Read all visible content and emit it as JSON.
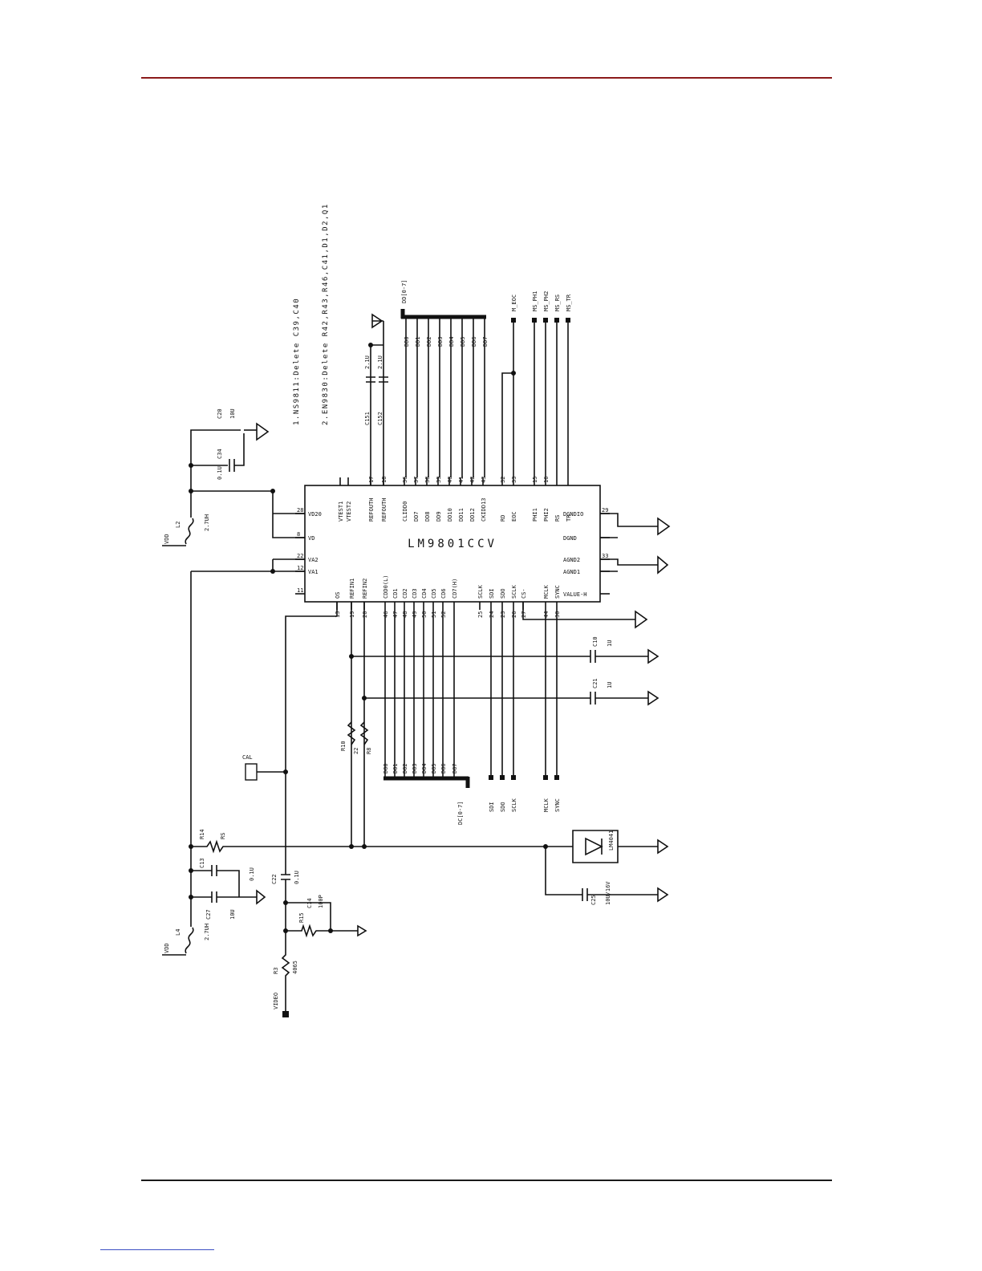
{
  "colors": {
    "top_rule": "#8b1a1a",
    "bottom_rule": "#1a1a1a",
    "footer_link": "#3b4fc4"
  },
  "notes": [
    "1.NS9811:Delete C39,C40",
    "2.EN9830:Delete R42,R43,R46,C41,D1,D2,Q1"
  ],
  "chip": {
    "part": "LM9801CCV",
    "left_pins": [
      {
        "num": "28",
        "name": "VD20"
      },
      {
        "num": "8",
        "name": "VD"
      },
      {
        "num": "22",
        "name": "VA2"
      },
      {
        "num": "12",
        "name": "VA1"
      },
      {
        "num": "11",
        "name": ""
      }
    ],
    "top_pins": [
      {
        "num": "",
        "name": "VTEST1"
      },
      {
        "num": "",
        "name": "VTEST2"
      },
      {
        "num": "17",
        "name": "REFOUTH"
      },
      {
        "num": "18",
        "name": "REFOUTH"
      },
      {
        "num": "36",
        "name": "CLIDD0"
      },
      {
        "num": "37",
        "name": "DD7"
      },
      {
        "num": "38",
        "name": "DD8"
      },
      {
        "num": "39",
        "name": "DD9"
      },
      {
        "num": "40",
        "name": "DD10"
      },
      {
        "num": "41",
        "name": "DD11"
      },
      {
        "num": "42",
        "name": "DD12"
      },
      {
        "num": "43",
        "name": "CKIDD13"
      },
      {
        "num": "32",
        "name": "RD"
      },
      {
        "num": "33",
        "name": "EOC"
      },
      {
        "num": "15",
        "name": "PHI1"
      },
      {
        "num": "16",
        "name": "PHI2"
      },
      {
        "num": "",
        "name": "RS"
      },
      {
        "num": "",
        "name": "TR"
      }
    ],
    "bottom_pins": [
      {
        "num": "13",
        "name": "OS"
      },
      {
        "num": "19",
        "name": "REFIN1"
      },
      {
        "num": "20",
        "name": "REFIN2"
      },
      {
        "num": "46",
        "name": "CDD0(L)"
      },
      {
        "num": "47",
        "name": "CD1"
      },
      {
        "num": "48",
        "name": "CD2"
      },
      {
        "num": "49",
        "name": "CD3"
      },
      {
        "num": "50",
        "name": "CD4"
      },
      {
        "num": "51",
        "name": "CD5"
      },
      {
        "num": "52",
        "name": "CD6"
      },
      {
        "num": "",
        "name": "CD7(H)"
      },
      {
        "num": "25",
        "name": "SCLK"
      },
      {
        "num": "24",
        "name": "SDI"
      },
      {
        "num": "23",
        "name": "SDO"
      },
      {
        "num": "26",
        "name": "SCLK"
      },
      {
        "num": "27",
        "name": "CS-"
      },
      {
        "num": "44",
        "name": "MCLK"
      },
      {
        "num": "30",
        "name": "SYNC"
      }
    ],
    "right_pins": [
      {
        "num": "29",
        "name": "DGNDIO"
      },
      {
        "num": "",
        "name": "DGND"
      },
      {
        "num": "33",
        "name": "AGND2"
      },
      {
        "num": "",
        "name": "AGND1"
      },
      {
        "num": "",
        "name": "VALUE-H"
      }
    ]
  },
  "top_bus": {
    "name": "DD[0-7]",
    "lines": [
      "DD0",
      "DD1",
      "DD2",
      "DD3",
      "DD4",
      "DD5",
      "DD6",
      "DD7"
    ]
  },
  "top_signals": [
    "M_EOC",
    "MS_PH1",
    "MS_PH2",
    "MS_RS",
    "MS_TR"
  ],
  "bottom_bus": {
    "name": "DC[0-7]",
    "lines": [
      "DO0",
      "DO1",
      "DO2",
      "DO3",
      "DO4",
      "DO5",
      "DO6",
      "DO7"
    ]
  },
  "bottom_signals": [
    "SDI",
    "SDO",
    "SCLK",
    "MCLK",
    "SYNC"
  ],
  "components": {
    "l2": {
      "ref": "L2",
      "value": "2.7UH"
    },
    "l4": {
      "ref": "L4",
      "value": "2.7UH"
    },
    "c20": {
      "ref": "C20",
      "value": "10U"
    },
    "c34": {
      "ref": "C34",
      "value": "0.1U"
    },
    "c151": {
      "ref": "C151",
      "value": "2.1U"
    },
    "c152": {
      "ref": "C152",
      "value": "2.1U"
    },
    "c10": {
      "ref": "C10",
      "value": "1U"
    },
    "c21": {
      "ref": "C21",
      "value": "1U"
    },
    "c13": {
      "ref": "C13",
      "value": "0.1U"
    },
    "c27": {
      "ref": "C27",
      "value": "10U"
    },
    "c14": {
      "ref": "C14",
      "value": "100P"
    },
    "c25": {
      "ref": "C25",
      "value": "10U/16V"
    },
    "c22": {
      "ref": "C22",
      "value": "0.1U"
    },
    "r10": {
      "ref": "R10",
      "value": "22"
    },
    "r8": {
      "ref": "R8",
      "value": "22"
    },
    "r14": {
      "ref": "R14",
      "value": "RS"
    },
    "r15": {
      "ref": "R15",
      "value": "R15"
    },
    "r3": {
      "ref": "R3",
      "value": "4065"
    },
    "cal": {
      "ref": "CAL"
    },
    "reg": {
      "ref": "LM4041"
    },
    "vdd_top": "VDD",
    "vdd_bottom": "VDD",
    "video": "VIDEO"
  }
}
